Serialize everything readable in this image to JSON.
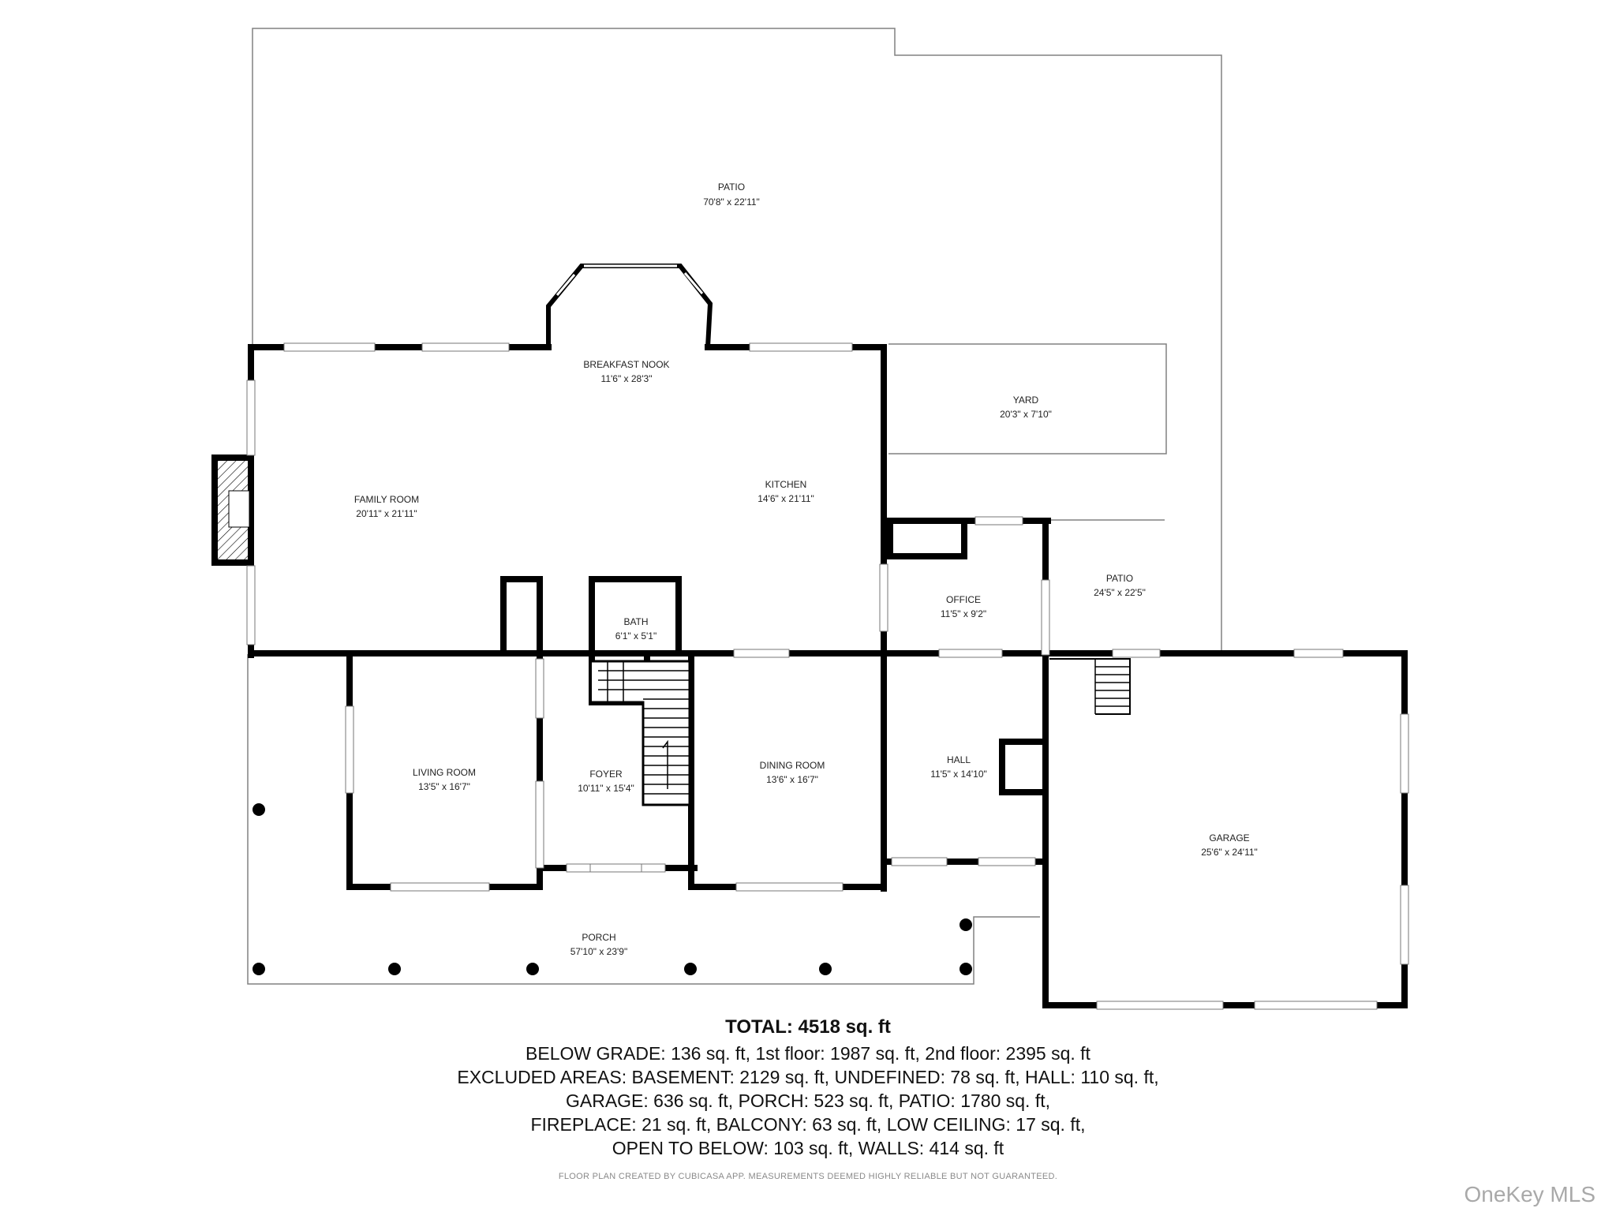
{
  "rooms": {
    "patio_top": {
      "name": "PATIO",
      "size": "70'8\" x 22'11\""
    },
    "breakfast_nook": {
      "name": "BREAKFAST NOOK",
      "size": "11'6\" x 28'3\""
    },
    "yard": {
      "name": "YARD",
      "size": "20'3\" x 7'10\""
    },
    "family_room": {
      "name": "FAMILY ROOM",
      "size": "20'11\" x 21'11\""
    },
    "kitchen": {
      "name": "KITCHEN",
      "size": "14'6\" x 21'11\""
    },
    "office": {
      "name": "OFFICE",
      "size": "11'5\" x 9'2\""
    },
    "patio_right": {
      "name": "PATIO",
      "size": "24'5\" x 22'5\""
    },
    "bath": {
      "name": "BATH",
      "size": "6'1\" x 5'1\""
    },
    "living_room": {
      "name": "LIVING ROOM",
      "size": "13'5\" x 16'7\""
    },
    "foyer": {
      "name": "FOYER",
      "size": "10'11\" x 15'4\""
    },
    "dining_room": {
      "name": "DINING ROOM",
      "size": "13'6\" x 16'7\""
    },
    "hall": {
      "name": "HALL",
      "size": "11'5\" x 14'10\""
    },
    "garage": {
      "name": "GARAGE",
      "size": "25'6\" x 24'11\""
    },
    "porch": {
      "name": "PORCH",
      "size": "57'10\" x 23'9\""
    }
  },
  "summary": {
    "total": "TOTAL: 4518 sq. ft",
    "line1": "BELOW GRADE: 136 sq. ft, 1st floor: 1987 sq. ft, 2nd floor: 2395 sq. ft",
    "line2": "EXCLUDED AREAS: BASEMENT: 2129 sq. ft, UNDEFINED: 78 sq. ft, HALL: 110 sq. ft,",
    "line3": "GARAGE: 636 sq. ft, PORCH: 523 sq. ft, PATIO: 1780 sq. ft,",
    "line4": "FIREPLACE: 21 sq. ft, BALCONY: 63 sq. ft, LOW CEILING: 17 sq. ft,",
    "line5": "OPEN TO BELOW: 103 sq. ft, WALLS: 414 sq. ft"
  },
  "disclaimer": "FLOOR PLAN CREATED BY CUBICASA APP. MEASUREMENTS DEEMED HIGHLY RELIABLE BUT NOT GUARANTEED.",
  "watermark": "OneKey MLS",
  "colors": {
    "wall": "#000000",
    "outline": "#808080",
    "text": "#222222",
    "watermark": "#a9a9a9"
  }
}
